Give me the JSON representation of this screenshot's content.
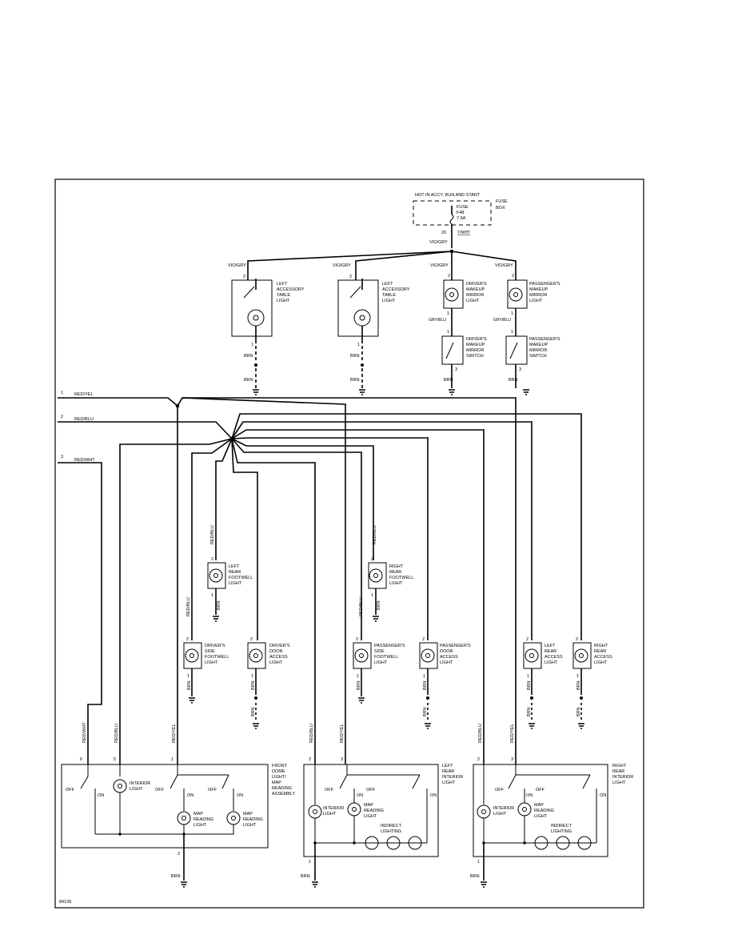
{
  "diagram_id": "84136",
  "fuse": {
    "header": "HOT IN ACCY, RUN AND START",
    "box_label": [
      "FUSE",
      "BOX"
    ],
    "fuse_label": [
      "FUSE",
      "F48",
      "7.5A"
    ],
    "pin": "20",
    "pin_tag": "Y/WHT"
  },
  "wire_labels": {
    "vio_gry": "VIO/GRY",
    "brn": "BRN",
    "gry_blu": "GRY/BLU",
    "red_yel": "RED/YEL",
    "red_blu": "RED/BLU",
    "red_wht": "RED/WHT"
  },
  "circuits": [
    {
      "num": "1",
      "label": "RED/YEL"
    },
    {
      "num": "2",
      "label": "RED/BLU"
    },
    {
      "num": "3",
      "label": "RED/WHT"
    }
  ],
  "components": {
    "left_table_light": [
      "LEFT",
      "ACCESSORY",
      "TABLE",
      "LIGHT"
    ],
    "mid_table_light": [
      "LEFT",
      "ACCESSORY",
      "TABLE",
      "LIGHT"
    ],
    "driver_mirror_light": [
      "DRIVER'S",
      "MAKEUP",
      "MIRROR",
      "LIGHT"
    ],
    "pass_mirror_light": [
      "PASSENGER'S",
      "MAKEUP",
      "MIRROR",
      "LIGHT"
    ],
    "driver_mirror_switch": [
      "DRIVER'S",
      "MAKEUP",
      "MIRROR",
      "SWITCH"
    ],
    "pass_mirror_switch": [
      "PASSENGER'S",
      "MAKEUP",
      "MIRROR",
      "SWITCH"
    ],
    "left_rear_footwell": [
      "LEFT",
      "REAR",
      "FOOTWELL",
      "LIGHT"
    ],
    "right_rear_footwell": [
      "RIGHT",
      "REAR",
      "FOOTWELL",
      "LIGHT"
    ],
    "driver_side_footwell": [
      "DRIVER'S",
      "SIDE",
      "FOOTWELL",
      "LIGHT"
    ],
    "driver_door_access": [
      "DRIVER'S",
      "DOOR",
      "ACCESS",
      "LIGHT"
    ],
    "pass_side_footwell": [
      "PASSENGER'S",
      "SIDE",
      "FOOTWELL",
      "LIGHT"
    ],
    "pass_door_access": [
      "PASSENGER'S",
      "DOOR",
      "ACCESS",
      "LIGHT"
    ],
    "left_rear_access": [
      "LEFT",
      "REAR",
      "ACCESS",
      "LIGHT"
    ],
    "right_rear_access": [
      "RIGHT",
      "REAR",
      "ACCESS",
      "LIGHT"
    ],
    "front_dome": [
      "FRONT",
      "DOME",
      "LIGHT/",
      "MAP",
      "READING",
      "ASSEMBLY"
    ],
    "left_rear_interior": [
      "LEFT",
      "REAR",
      "INTERIOR",
      "LIGHT"
    ],
    "right_rear_interior": [
      "RIGHT",
      "REAR",
      "INTERIOR",
      "LIGHT"
    ]
  },
  "sub_labels": {
    "interior_light": [
      "INTERIOR",
      "LIGHT"
    ],
    "map_reading_light": [
      "MAP",
      "READING",
      "LIGHT"
    ],
    "indirect_lighting": [
      "INDIRECT",
      "LIGHTING"
    ],
    "off": "OFF",
    "on": "ON"
  },
  "pins": {
    "p1": "1",
    "p2": "2",
    "p3": "3",
    "p5": "5",
    "p6": "6"
  }
}
